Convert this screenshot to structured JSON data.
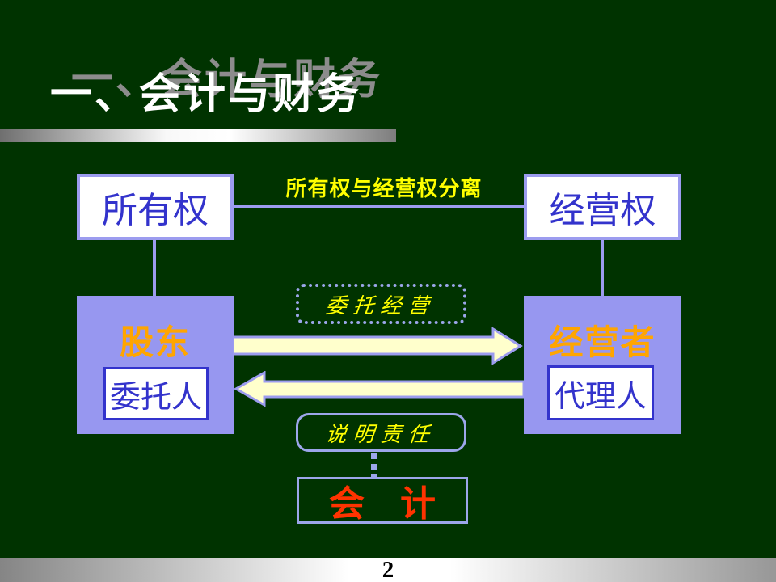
{
  "slide": {
    "title": "一、会计与财务",
    "page_number": "2",
    "background_color": "#003300",
    "title_color": "#FFFFFF",
    "title_shadow_color": "#8C8C8C"
  },
  "colors": {
    "accent_periwinkle": "#9C9CEF",
    "purple_box_fill": "#9797F0",
    "arrow_fill": "#FFFFCC",
    "blue_text": "#3333CC",
    "orange_text": "#FFA500",
    "yellow_text": "#FFFF00",
    "red_text": "#FF3300"
  },
  "diagram": {
    "separation_label": "所有权与经营权分离",
    "ownership_box": "所有权",
    "management_right_box": "经营权",
    "shareholder_box": "股东",
    "principal_box": "委托人",
    "manager_box": "经营者",
    "agent_box": "代理人",
    "entrust_label": "委托经营",
    "accountability_label": "说明责任",
    "accounting_box": "会　计"
  }
}
